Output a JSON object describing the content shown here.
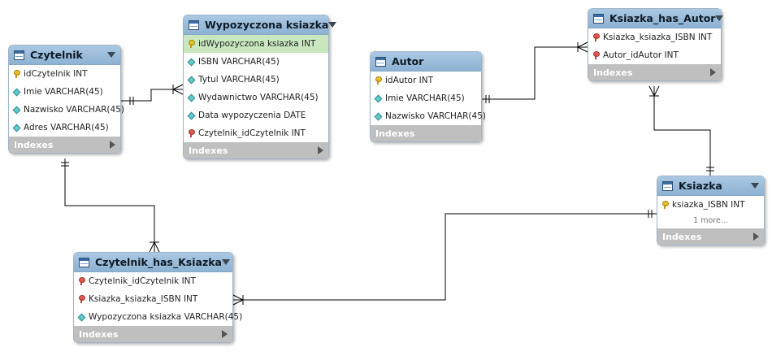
{
  "entities": {
    "czytelnik": {
      "title": "Czytelnik",
      "columns": [
        "idCzytelnik INT",
        "Imie VARCHAR(45)",
        "Nazwisko VARCHAR(45)",
        "Adres VARCHAR(45)"
      ],
      "footer": "Indexes"
    },
    "wypozyczona": {
      "title": "Wypozyczona ksiazka",
      "columns": [
        "idWypozyczona ksiazka INT",
        "ISBN VARCHAR(45)",
        "Tytul VARCHAR(45)",
        "Wydawnictwo VARCHAR(45)",
        "Data wypozyczenia DATE",
        "Czytelnik_idCzytelnik INT"
      ],
      "footer": "Indexes"
    },
    "autor": {
      "title": "Autor",
      "columns": [
        "idAutor INT",
        "Imie VARCHAR(45)",
        "Nazwisko VARCHAR(45)"
      ],
      "footer": "Indexes"
    },
    "ksiazka_has_autor": {
      "title": "Ksiazka_has_Autor",
      "columns": [
        "Ksiazka_ksiazka_ISBN INT",
        "Autor_idAutor INT"
      ],
      "footer": "Indexes"
    },
    "ksiazka": {
      "title": "Ksiazka",
      "columns": [
        "ksiazka_ISBN INT"
      ],
      "more": "1 more...",
      "footer": "Indexes"
    },
    "czytelnik_has_ksiazka": {
      "title": "Czytelnik_has_Ksiazka",
      "columns": [
        "Czytelnik_idCzytelnik INT",
        "Ksiazka_ksiazka_ISBN INT",
        "Wypozyczona ksiazka VARCHAR(45)"
      ],
      "footer": "Indexes"
    }
  },
  "colors": {
    "header": "#9cbcd9",
    "footer": "#bfbfbf",
    "selected_row": "#c9e8bf",
    "connector": "#000000"
  }
}
